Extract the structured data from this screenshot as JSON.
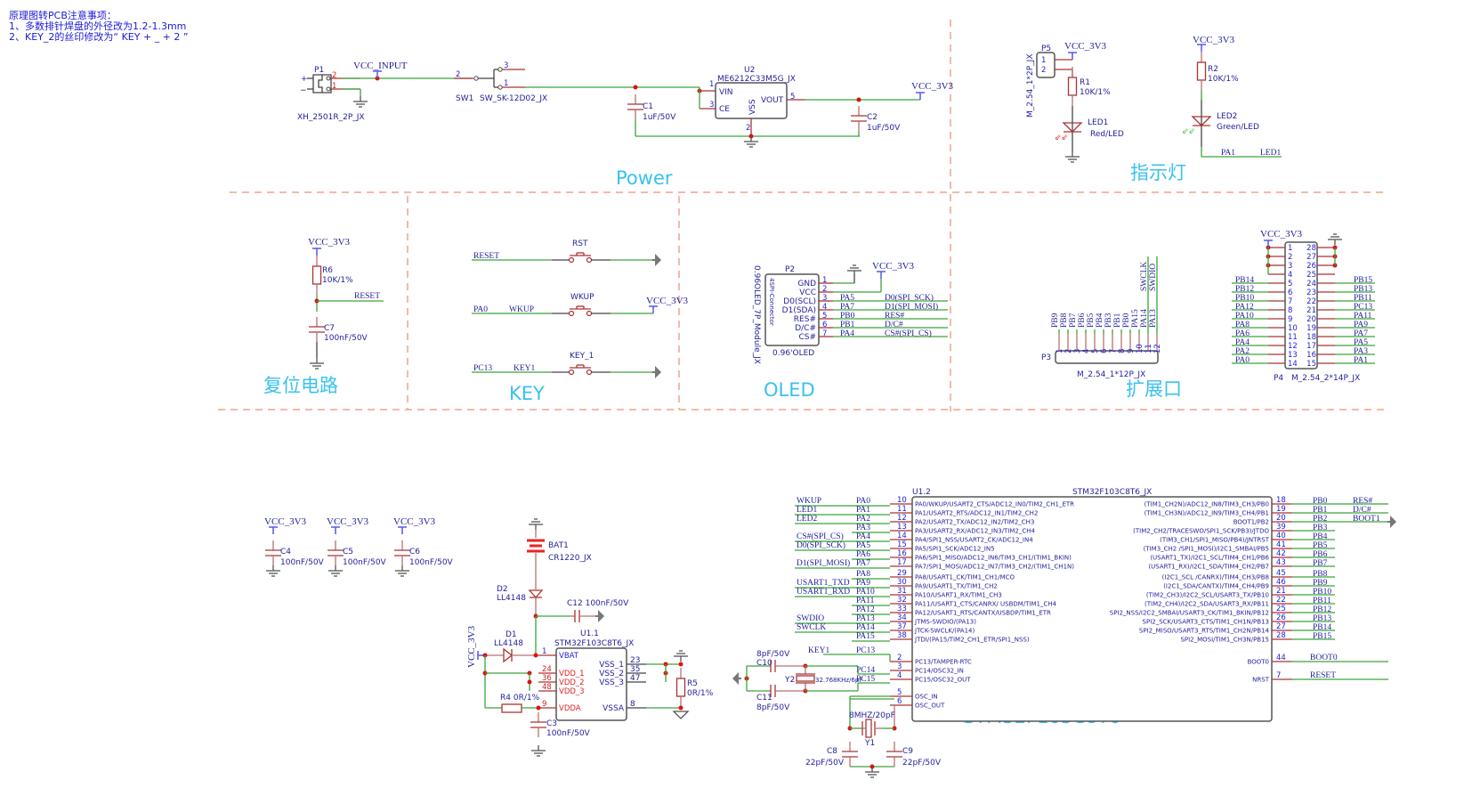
{
  "notes": {
    "title": "原理图转PCB注意事项：",
    "line1": "1、多数排针焊盘的外径改为1.2-1.3mm",
    "line2": "2、KEY_2的丝印修改为“ KEY + _ + 2 ”"
  },
  "sections": {
    "power": "Power",
    "indicator": "指示灯",
    "reset": "复位电路",
    "key": "KEY",
    "oled": "OLED",
    "expansion": "扩展口",
    "mcu": "STM32F103C8T6"
  },
  "nets": {
    "vcc_input": "VCC_INPUT",
    "vcc_3v3": "VCC_3V3",
    "reset": "RESET",
    "pa0": "PA0",
    "wkup": "WKUP",
    "pc13": "PC13",
    "key1": "KEY1",
    "pa1": "PA1",
    "led1": "LED1"
  },
  "power": {
    "p1": {
      "ref": "P1",
      "footprint": "XH_2501R_2P_JX",
      "pins": [
        "2",
        "1"
      ],
      "plus": "+",
      "minus": "−"
    },
    "sw1": {
      "ref": "SW1",
      "value": "SW_SK-12D02_JX",
      "pins": [
        "2",
        "3",
        "1"
      ]
    },
    "c1": {
      "ref": "C1",
      "value": "1uF/50V"
    },
    "u2": {
      "ref": "U2",
      "value": "ME6212C33M5G_JX",
      "pins": {
        "vin": "VIN",
        "ce": "CE",
        "vss": "VSS",
        "vout": "VOUT"
      },
      "pin_nums": {
        "vin": "1",
        "ce": "3",
        "vss": "2",
        "vout": "5"
      }
    },
    "c2": {
      "ref": "C2",
      "value": "1uF/50V"
    }
  },
  "indicator": {
    "p5": {
      "ref": "P5",
      "footprint": "M_2.54_1*2P_JX",
      "pins": [
        "1",
        "2"
      ]
    },
    "r1": {
      "ref": "R1",
      "value": "10K/1%"
    },
    "led1": {
      "ref": "LED1",
      "value": "Red/LED"
    },
    "r2": {
      "ref": "R2",
      "value": "10K/1%"
    },
    "led2": {
      "ref": "LED2",
      "value": "Green/LED"
    }
  },
  "reset_circuit": {
    "r6": {
      "ref": "R6",
      "value": "10K/1%"
    },
    "c7": {
      "ref": "C7",
      "value": "100nF/50V"
    }
  },
  "keys": {
    "rst": "RST",
    "wkup": "WKUP",
    "key_1": "KEY_1"
  },
  "oled": {
    "ref": "P2",
    "value": "0.96'OLED",
    "footprint": "0.96OLED_7P_Module_JX",
    "inner": "4SPI-Connector",
    "pins": [
      {
        "num": "1",
        "name": "GND",
        "net": "",
        "label": ""
      },
      {
        "num": "2",
        "name": "VCC",
        "net": "",
        "label": ""
      },
      {
        "num": "3",
        "name": "D0(SCL)",
        "net": "PA5",
        "label": "D0(SPI_SCK)"
      },
      {
        "num": "4",
        "name": "D1(SDA)",
        "net": "PA7",
        "label": "D1(SPI_MOSI)"
      },
      {
        "num": "5",
        "name": "RES#",
        "net": "PB0",
        "label": "RES#"
      },
      {
        "num": "6",
        "name": "D/C#",
        "net": "PB1",
        "label": "D/C#"
      },
      {
        "num": "7",
        "name": "CS#",
        "net": "PA4",
        "label": "CS#(SPI_CS)"
      }
    ]
  },
  "p3": {
    "ref": "P3",
    "footprint": "M_2.54_1*12P_JX",
    "nets": [
      "PB9",
      "PB8",
      "PB7",
      "PB6",
      "PB5",
      "PB4",
      "PB3",
      "PB1",
      "PB0",
      "PA15",
      "PA14",
      "PA13"
    ],
    "pins": [
      "1",
      "2",
      "3",
      "4",
      "5",
      "6",
      "7",
      "8",
      "9",
      "10",
      "11",
      "12"
    ],
    "top_labels": [
      "SWCLK",
      "SWDIO"
    ]
  },
  "p4": {
    "ref": "P4",
    "footprint": "M_2.54_2*14P_JX",
    "left_pins": [
      "1",
      "2",
      "3",
      "4",
      "5",
      "6",
      "7",
      "8",
      "9",
      "10",
      "11",
      "12",
      "13",
      "14"
    ],
    "right_pins": [
      "28",
      "27",
      "26",
      "25",
      "24",
      "23",
      "22",
      "21",
      "20",
      "19",
      "18",
      "17",
      "16",
      "15"
    ],
    "left_nets": [
      "",
      "",
      "",
      "",
      "PB14",
      "PB12",
      "PB10",
      "PA12",
      "PA10",
      "PA8",
      "PA6",
      "PA4",
      "PA2",
      "PA0"
    ],
    "right_nets": [
      "",
      "",
      "",
      "",
      "PB15",
      "PB13",
      "PB11",
      "PC13",
      "PA11",
      "PA9",
      "PA7",
      "PA5",
      "PA3",
      "PA1"
    ]
  },
  "decoupling": [
    {
      "ref": "C4",
      "value": "100nF/50V"
    },
    {
      "ref": "C5",
      "value": "100nF/50V"
    },
    {
      "ref": "C6",
      "value": "100nF/50V"
    }
  ],
  "u1_1": {
    "ref": "U1.1",
    "value": "STM32F103C8T6_JX",
    "bat1": {
      "ref": "BAT1",
      "value": "CR1220_JX"
    },
    "d2": {
      "ref": "D2",
      "value": "LL4148"
    },
    "d1": {
      "ref": "D1",
      "value": "LL4148"
    },
    "c12": {
      "label": "C12 100nF/50V"
    },
    "r4": {
      "label": "R4 0R/1%"
    },
    "c3": {
      "ref": "C3",
      "value": "100nF/50V"
    },
    "r5": {
      "ref": "R5",
      "value": "0R/1%"
    },
    "left": [
      {
        "num": "1",
        "name": "VBAT"
      },
      {
        "num": "24",
        "name": "VDD_1"
      },
      {
        "num": "36",
        "name": "VDD_2"
      },
      {
        "num": "48",
        "name": "VDD_3"
      },
      {
        "num": "9",
        "name": "VDDA"
      }
    ],
    "right": [
      {
        "num": "23",
        "name": "VSS_1"
      },
      {
        "num": "35",
        "name": "VSS_2"
      },
      {
        "num": "47",
        "name": "VSS_3"
      },
      {
        "num": "8",
        "name": "VSSA"
      }
    ]
  },
  "u1_2": {
    "ref": "U1.2",
    "value": "STM32F103C8T6_JX",
    "left": [
      {
        "label": "WKUP",
        "net": "PA0",
        "num": "10",
        "name": "PA0/WKUP/USART2_CTS/ADC12_IN0/TIM2_CH1_ETR"
      },
      {
        "label": "LED1",
        "net": "PA1",
        "num": "11",
        "name": "PA1/USART2_RTS/ADC12_IN1/TIM2_CH2"
      },
      {
        "label": "LED2",
        "net": "PA2",
        "num": "12",
        "name": "PA2/USART2_TX/ADC12_IN2/TIM2_CH3"
      },
      {
        "label": "",
        "net": "PA3",
        "num": "13",
        "name": "PA3/USART2_RX/ADC12_IN3/TIM2_CH4"
      },
      {
        "label": "CS#(SPI_CS)",
        "net": "PA4",
        "num": "14",
        "name": "PA4/SPI1_NSS/USART2_CK/ADC12_IN4"
      },
      {
        "label": "D0(SPI_SCK)",
        "net": "PA5",
        "num": "15",
        "name": "PA5/SPI1_SCK/ADC12_IN5"
      },
      {
        "label": "",
        "net": "PA6",
        "num": "16",
        "name": "PA6/SPI1_MISO/ADC12_IN6/TIM3_CH1/(TIM1_BKIN)"
      },
      {
        "label": "D1(SPI_MOSI)",
        "net": "PA7",
        "num": "17",
        "name": "PA7/SPI1_MOSI/ADC12_IN7/TIM3_CH2/(TIM1_CH1N)"
      },
      {
        "label": "",
        "net": "PA8",
        "num": "29",
        "name": "PA8/USART1_CK/TIM1_CH1/MCO"
      },
      {
        "label": "USART1_TXD",
        "net": "PA9",
        "num": "30",
        "name": "PA9/USART1_TX/TIM1_CH2"
      },
      {
        "label": "USART1_RXD",
        "net": "PA10",
        "num": "31",
        "name": "PA10/USART1_RX/TIM1_CH3"
      },
      {
        "label": "",
        "net": "PA11",
        "num": "32",
        "name": "PA11/USART1_CTS/CANRX/ USBDM/TIM1_CH4"
      },
      {
        "label": "",
        "net": "PA12",
        "num": "33",
        "name": "PA12/USART1_RTS/CANTX/USBDP/TIM1_ETR"
      },
      {
        "label": "SWDIO",
        "net": "PA13",
        "num": "34",
        "name": "JTMS-SWDIO/(PA13)"
      },
      {
        "label": "SWCLK",
        "net": "PA14",
        "num": "37",
        "name": "JTCK-SWCLK/(PA14)"
      },
      {
        "label": "",
        "net": "PA15",
        "num": "38",
        "name": "JTDI/(PA15/TIM2_CH1_ETR/SPI1_NSS)"
      },
      {
        "label": "KEY1",
        "net": "PC13",
        "num": "2",
        "name": "PC13/TAMPER-RTC"
      },
      {
        "label": "",
        "net": "PC14",
        "num": "3",
        "name": "PC14/OSC32_IN"
      },
      {
        "label": "",
        "net": "PC15",
        "num": "4",
        "name": "PC15/OSC32_OUT"
      },
      {
        "label": "",
        "net": "",
        "num": "5",
        "name": "OSC_IN"
      },
      {
        "label": "",
        "net": "",
        "num": "6",
        "name": "OSC_OUT"
      }
    ],
    "right": [
      {
        "num": "18",
        "net": "PB0",
        "label": "RES#",
        "name": "(TIM1_CH2N)/ADC12_IN8/TIM3_CH3/PB0"
      },
      {
        "num": "19",
        "net": "PB1",
        "label": "D/C#",
        "name": "(TIM1_CH3N)/ADC12_IN9/TIM3_CH4/PB1"
      },
      {
        "num": "20",
        "net": "PB2",
        "label": "BOOT1",
        "name": "BOOT1/PB2"
      },
      {
        "num": "39",
        "net": "PB3",
        "label": "",
        "name": "(TIM2_CH2/TRACESWO/SPI1_SCK/PB3)/JTDO"
      },
      {
        "num": "40",
        "net": "PB4",
        "label": "",
        "name": "(TIM3_CH1/SPI1_MISO/PB4)/JNTRST"
      },
      {
        "num": "41",
        "net": "PB5",
        "label": "",
        "name": "(TIM3_CH2 /SPI1_MOSI)/I2C1_SMBAI/PB5"
      },
      {
        "num": "42",
        "net": "PB6",
        "label": "",
        "name": "(USART1_TX)/I2C1_SCL/TIM4_CH1/PB6"
      },
      {
        "num": "43",
        "net": "PB7",
        "label": "",
        "name": "(USART1_RX)/I2C1_SDA/TIM4_CH2/PB7"
      },
      {
        "num": "45",
        "net": "PB8",
        "label": "",
        "name": "(I2C1_SCL /CANRX)/TIM4_CH3/PB8"
      },
      {
        "num": "46",
        "net": "PB9",
        "label": "",
        "name": "(I2C1_SDA/CANTX)/TIM4_CH4/PB9"
      },
      {
        "num": "21",
        "net": "PB10",
        "label": "",
        "name": "(TIM2_CH3)/I2C2_SCL/USART3_TX/PB10"
      },
      {
        "num": "22",
        "net": "PB11",
        "label": "",
        "name": "(TIM2_CH4)/I2C2_SDA/USART3_RX/PB11"
      },
      {
        "num": "25",
        "net": "PB12",
        "label": "",
        "name": "SPI2_NSS/I2C2_SMBAI/USART3_CK/TIM1_BKIN/PB12"
      },
      {
        "num": "26",
        "net": "PB13",
        "label": "",
        "name": "SPI2_SCK/USART3_CTS/TIM1_CH1N/PB13"
      },
      {
        "num": "27",
        "net": "PB14",
        "label": "",
        "name": "SPI2_MISO/USART3_RTS/TIM1_CH2N/PB14"
      },
      {
        "num": "28",
        "net": "PB15",
        "label": "",
        "name": "SPI2_MOSI/TIM1_CH3N/PB15"
      },
      {
        "num": "44",
        "net": "BOOT0",
        "label": "",
        "name": "BOOT0"
      },
      {
        "num": "7",
        "net": "RESET",
        "label": "",
        "name": "NRST"
      }
    ],
    "y2": {
      "ref": "Y2",
      "value": "32.768KHz/6pF"
    },
    "c10": {
      "ref": "C10",
      "value": "8pF/50V"
    },
    "c11": {
      "ref": "C11",
      "value": "8pF/50V"
    },
    "y1": {
      "ref": "Y1",
      "value": "8MHZ/20pF"
    },
    "c8": {
      "ref": "C8",
      "value": "22pF/50V"
    },
    "c9": {
      "ref": "C9",
      "value": "22pF/50V"
    }
  }
}
